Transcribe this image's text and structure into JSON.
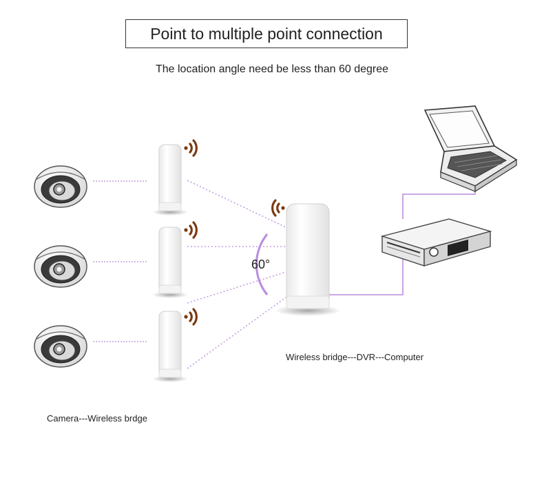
{
  "title": "Point to multiple point connection",
  "subtitle": "The location angle need be less than 60 degree",
  "angle_label": "60°",
  "caption_left": "Camera---Wireless brdge",
  "caption_right": "Wireless bridge---DVR---Computer",
  "colors": {
    "link": "#c49be0",
    "arc": "#b98ee0",
    "signal": "#7a3a10"
  },
  "icons": [
    "dome-camera-icon",
    "wireless-bridge-icon",
    "wifi-signal-icon",
    "dvr-icon",
    "laptop-icon"
  ]
}
